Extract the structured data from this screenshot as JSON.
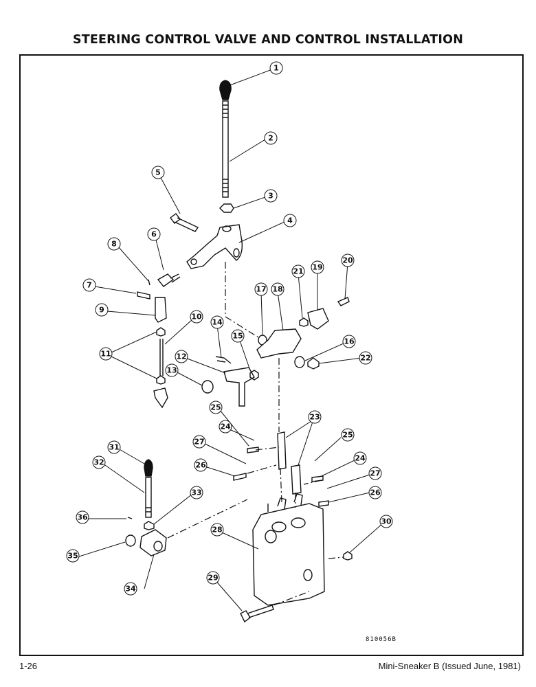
{
  "header": {
    "title": "STEERING CONTROL VALVE AND CONTROL INSTALLATION"
  },
  "diagram": {
    "drawing_number": "810056B",
    "callouts": [
      "1",
      "2",
      "3",
      "4",
      "5",
      "6",
      "7",
      "8",
      "9",
      "10",
      "11",
      "12",
      "13",
      "14",
      "15",
      "16",
      "17",
      "18",
      "19",
      "20",
      "21",
      "22",
      "23",
      "24",
      "25",
      "26",
      "27",
      "28",
      "29",
      "30",
      "31",
      "32",
      "33",
      "34",
      "35",
      "36"
    ]
  },
  "footer": {
    "page_number": "1-26",
    "publication": "Mini-Sneaker B (Issued June, 1981)"
  }
}
